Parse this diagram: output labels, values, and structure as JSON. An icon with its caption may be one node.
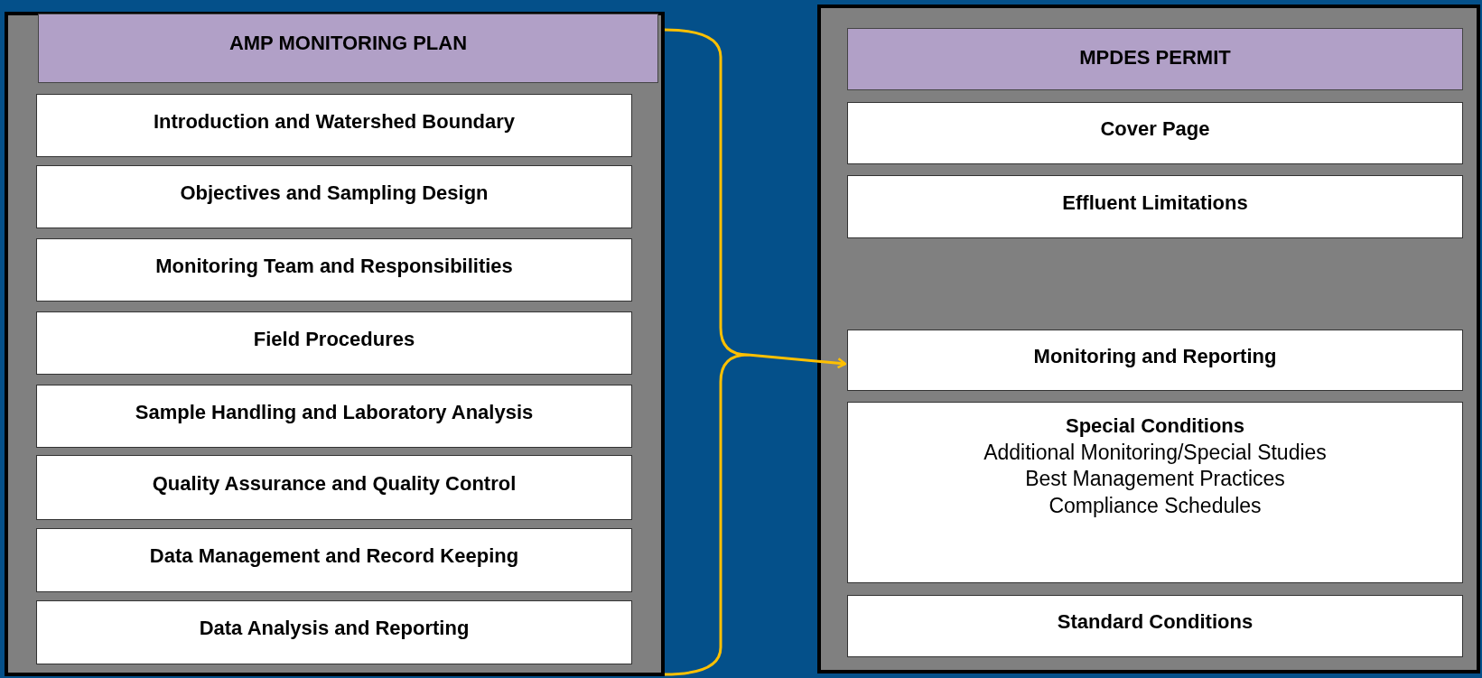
{
  "diagram": {
    "nodes": [
      {
        "text": [],
        "shape": "box"
      },
      {
        "text": [
          "AMP MONITORING PLAN"
        ],
        "in": 0
      },
      {
        "text": [
          "Introduction and Watershed Boundary"
        ],
        "in": 0
      },
      {
        "text": [
          "Objectives and Sampling Design"
        ],
        "in": 0
      },
      {
        "text": [
          "Monitoring Team and Responsibilities"
        ],
        "in": 0
      },
      {
        "text": [
          "Field Procedures"
        ],
        "in": 0
      },
      {
        "text": [
          "Sample Handling and Laboratory Analysis"
        ],
        "in": 0
      },
      {
        "text": [
          "Quality Assurance and Quality Control"
        ],
        "in": 0
      },
      {
        "text": [
          "Data Management and Record Keeping"
        ],
        "in": 0
      },
      {
        "text": [
          "Data Analysis and Reporting"
        ],
        "in": 0
      },
      {
        "text": [],
        "shape": "box"
      },
      {
        "text": [
          "MPDES PERMIT"
        ],
        "in": 10
      },
      {
        "text": [
          "Cover Page"
        ],
        "in": 10
      },
      {
        "text": [
          "Effluent Limitations"
        ],
        "in": 10
      },
      {
        "text": [
          "Monitoring and Reporting"
        ],
        "in": 10
      },
      {
        "text": [
          "Special Conditions",
          "Additional Monitoring/Special Studies",
          "Best Management Practices",
          "Compliance Schedules"
        ],
        "in": 10
      },
      {
        "text": [
          "Standard Conditions"
        ],
        "in": 10
      }
    ],
    "edges": [
      {
        "from": 0,
        "to": 14,
        "arrow": "to",
        "color": "#ffc000"
      }
    ]
  }
}
